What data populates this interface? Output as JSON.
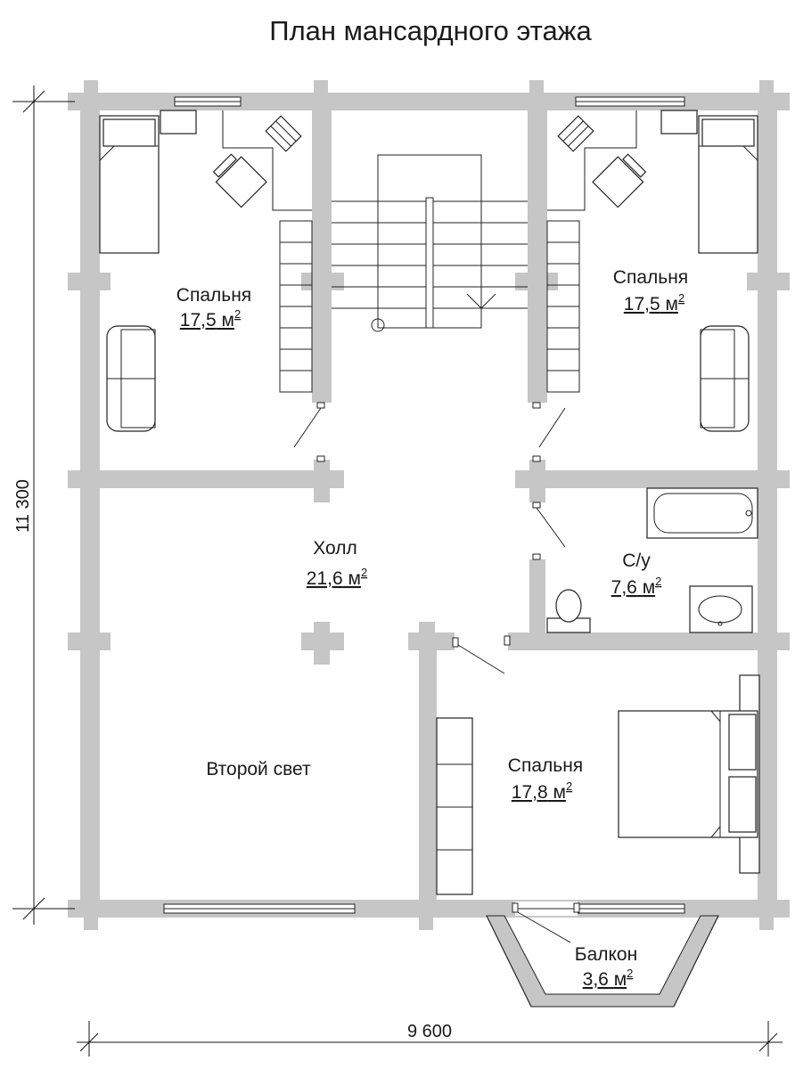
{
  "title": "План мансардного этажа",
  "rooms": [
    {
      "id": "bedroom-left",
      "name": "Спальня",
      "area": "17,5",
      "unit": "м",
      "sup": "2"
    },
    {
      "id": "bedroom-right",
      "name": "Спальня",
      "area": "17,5",
      "unit": "м",
      "sup": "2"
    },
    {
      "id": "hall",
      "name": "Холл",
      "area": "21,6",
      "unit": "м",
      "sup": "2"
    },
    {
      "id": "bathroom",
      "name": "С/у",
      "area": "7,6",
      "unit": "м",
      "sup": "2"
    },
    {
      "id": "second-light",
      "name": "Второй свет"
    },
    {
      "id": "bedroom-bottom",
      "name": "Спальня",
      "area": "17,8",
      "unit": "м",
      "sup": "2"
    },
    {
      "id": "balcony",
      "name": "Балкон",
      "area": "3,6",
      "unit": "м",
      "sup": "2"
    }
  ],
  "dimensions": {
    "height": "11 300",
    "width": "9 600"
  },
  "colors": {
    "walls": "#c6c6c6",
    "lines": "#222222",
    "background": "#ffffff"
  }
}
